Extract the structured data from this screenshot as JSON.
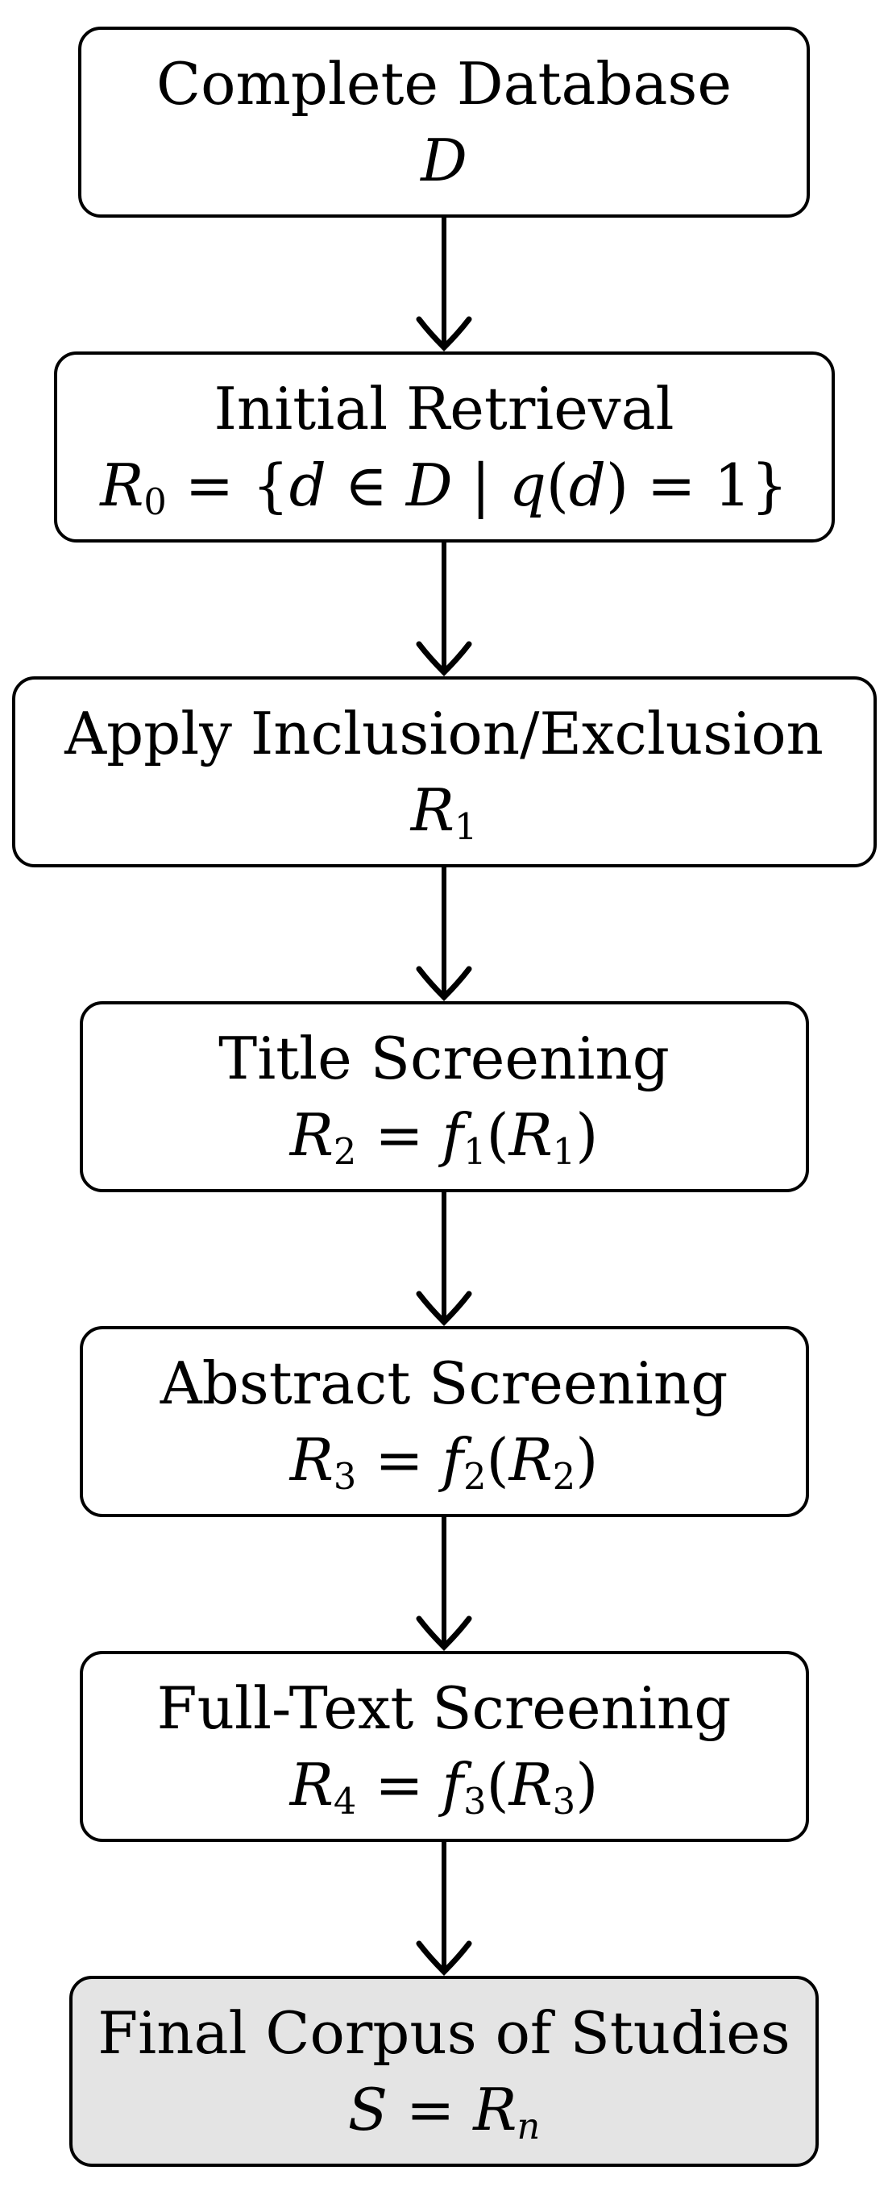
{
  "flowchart": {
    "boxes": [
      {
        "title": "Complete Database",
        "math": {
          "cal": "D"
        }
      },
      {
        "title": "Initial Retrieval",
        "math": {
          "r": "R",
          "rsub": "0",
          "a": " = {",
          "d": "d",
          "b": " ∈ ",
          "cal": "D",
          "c": " | ",
          "q": "q",
          "e": "(",
          "d2": "d",
          "g": ") = 1}"
        }
      },
      {
        "title": "Apply Inclusion/Exclusion",
        "math": {
          "r": "R",
          "rsub": "1"
        }
      },
      {
        "title": "Title Screening",
        "math": {
          "r": "R",
          "rsub": "2",
          "a": " = ",
          "f": "f",
          "fsub": "1",
          "b": "(",
          "r2": "R",
          "r2sub": "1",
          "c": ")"
        }
      },
      {
        "title": "Abstract Screening",
        "math": {
          "r": "R",
          "rsub": "3",
          "a": " = ",
          "f": "f",
          "fsub": "2",
          "b": "(",
          "r2": "R",
          "r2sub": "2",
          "c": ")"
        }
      },
      {
        "title": "Full-Text Screening",
        "math": {
          "r": "R",
          "rsub": "4",
          "a": " = ",
          "f": "f",
          "fsub": "3",
          "b": "(",
          "r2": "R",
          "r2sub": "3",
          "c": ")"
        }
      },
      {
        "title": "Final Corpus of Studies",
        "math": {
          "cal": "S",
          "a": " = ",
          "r": "R",
          "rsub": "n"
        }
      }
    ],
    "colors": {
      "box_border": "#000000",
      "box_fill": "#ffffff",
      "final_box_fill": "#e4e4e4",
      "arrow": "#000000",
      "background": "#ffffff"
    }
  }
}
